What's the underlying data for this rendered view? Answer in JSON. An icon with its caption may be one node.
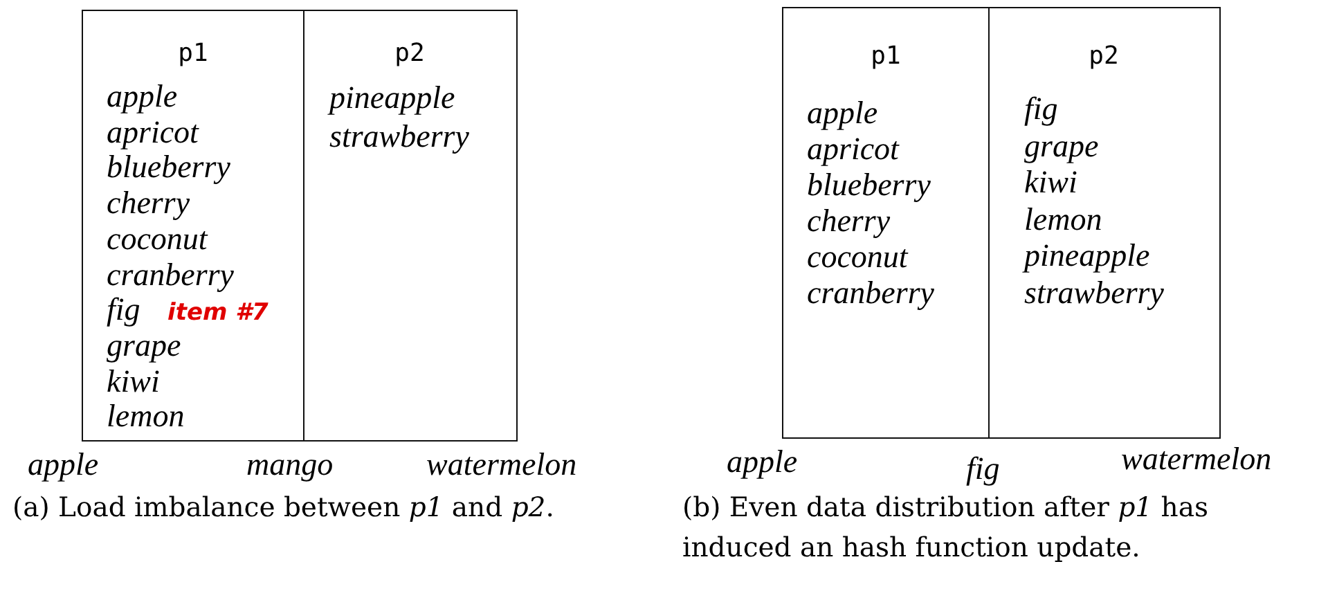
{
  "diagram": {
    "nodes": [
      {
        "text": [
          "p1",
          "apple",
          "apricot",
          "blueberry",
          "cherry",
          "coconut",
          "cranberry",
          "fig",
          "grape",
          "kiwi",
          "lemon"
        ]
      },
      {
        "text": [
          "p2",
          "pineapple",
          "strawberry"
        ]
      },
      {
        "text": [
          "p1",
          "apple",
          "apricot",
          "blueberry",
          "cherry",
          "coconut",
          "cranberry"
        ]
      },
      {
        "text": [
          "p2",
          "fig",
          "grape",
          "kiwi",
          "lemon",
          "pineapple",
          "strawberry"
        ]
      }
    ],
    "labels": [
      "item #7",
      "apple",
      "mango",
      "watermelon",
      "(a) Load imbalance between *p1* and *p2*.",
      "apple",
      "fig",
      "watermelon",
      "(b) Even data distribution after *p1* has induced an hash function update."
    ]
  }
}
